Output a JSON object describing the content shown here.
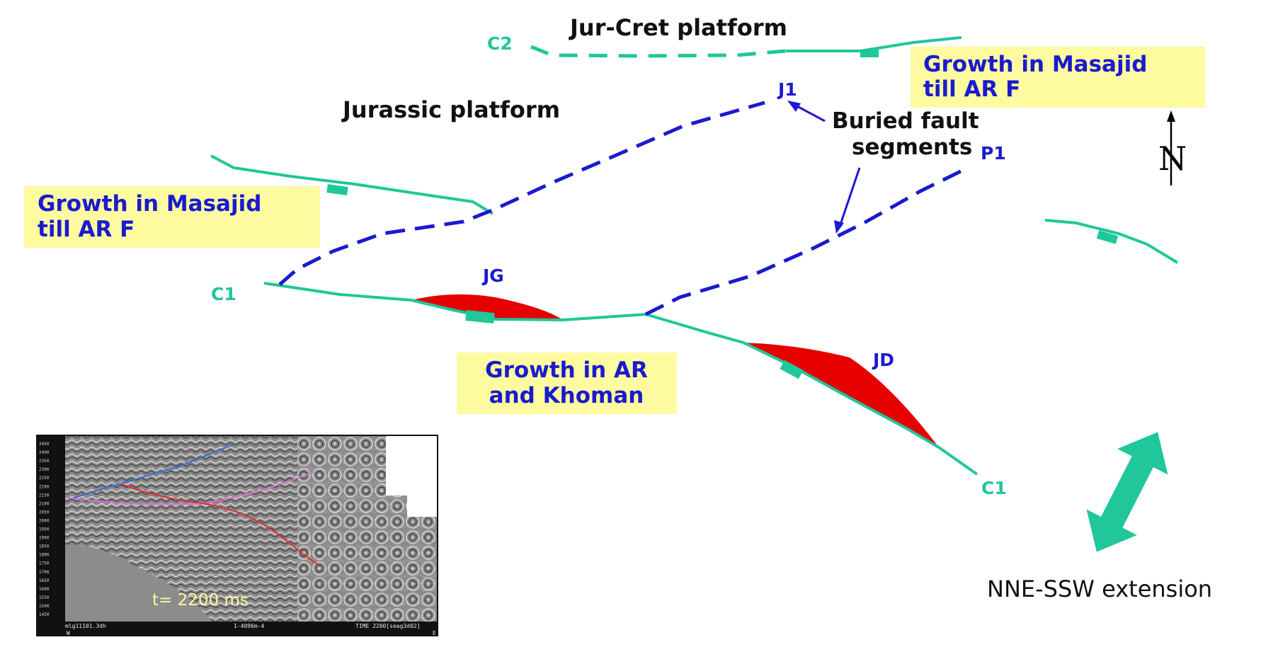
{
  "colors": {
    "fault": "#1fc79a",
    "buried": "#1a1ad0",
    "growth_wedge": "#e60000",
    "note_box": "#fdfaa0",
    "note_text": "#1a1ad0",
    "label_dark": "#111111"
  },
  "platform_labels": {
    "jur_cret": "Jur-Cret platform",
    "jurassic": "Jurassic platform"
  },
  "fault_labels": {
    "c2": "C2",
    "c1_west": "C1",
    "c1_south": "C1",
    "j1": "J1",
    "p1": "P1",
    "jg": "JG",
    "jd": "JD"
  },
  "buried_fault_label": {
    "line1": "Buried fault",
    "line2": "segments"
  },
  "notes": {
    "northeast": {
      "line1": "Growth in Masajid",
      "line2": "till AR F"
    },
    "west": {
      "line1": "Growth in Masajid",
      "line2": "till AR F"
    },
    "center": {
      "line1": "Growth in AR",
      "line2": "and Khoman"
    }
  },
  "north_arrow": {
    "label": "N",
    "icon": "north-arrow-icon"
  },
  "extension": {
    "label": "NNE-SSW extension",
    "icon": "double-arrow-icon"
  },
  "inset": {
    "time_label": "t= 2200 ms",
    "footer_left": "mlg11101.3dh",
    "footer_mid": "1-4096m-4",
    "footer_right": "TIME 2200[seag3d02]",
    "footer_w": "W",
    "footer_e": "E",
    "y_ticks": [
      "2450",
      "2400",
      "2350",
      "2300",
      "2250",
      "2200",
      "2150",
      "2100",
      "2050",
      "2000",
      "1950",
      "1900",
      "1850",
      "1800",
      "1750",
      "1700",
      "1650",
      "1600",
      "1550",
      "1500",
      "1450"
    ]
  }
}
